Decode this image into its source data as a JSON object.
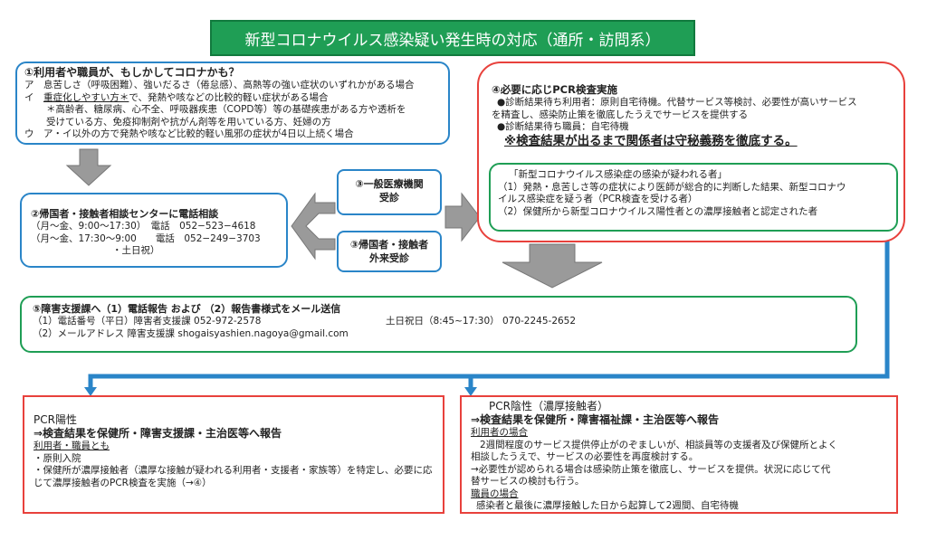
{
  "title": "新型コロナウイルス感染疑い発生時の対応（通所・訪問系）",
  "box1": {
    "heading": "①利用者や職員が、もしかしてコロナかも？",
    "a": "ア　息苦しさ（呼吸困難）、強いだるさ（倦怠感）、高熱等の強い症状のいずれかがある場合",
    "i_label": "イ　",
    "i_underlined": "重症化しやすい方＊",
    "i_rest": "で、発熱や咳などの比較的軽い症状がある場合",
    "note1": "＊高齢者、糖尿病、心不全、呼吸器疾患（COPD等）等の基礎疾患がある方や透析を",
    "note2": "受けている方、免疫抑制剤や抗がん剤等を用いている方、妊婦の方",
    "u": "ウ　ア・イ以外の方で発熱や咳など比較的軽い風邪の症状が4日以上続く場合"
  },
  "box2": {
    "heading": "②帰国者・接触者相談センターに電話相談",
    "line1": "（月～金、9:00～17:30）　電話　052−523−4618",
    "line2": "（月～金、17:30～9:00　　電話　052−249−3703",
    "line3": "・土日祝）"
  },
  "box3a": {
    "line1": "③一般医療機関",
    "line2": "受診"
  },
  "box3b": {
    "line1": "③帰国者・接触者",
    "line2": "外来受診"
  },
  "box4": {
    "heading": "④必要に応じPCR検査実施",
    "b1": "●診断結果待ち利用者：原則自宅待機。代替サービス等検討、必要性が高いサービス",
    "b1b": "を精査し、感染防止策を徹底したうえでサービスを提供する",
    "b2": "●診断結果待ち職員：自宅待機",
    "notice": "※検査結果が出るまで関係者は守秘義務を徹底する。",
    "inner": {
      "title": "「新型コロナウイルス感染症の感染が疑われる者」",
      "l1": "（1）発熱・息苦しさ等の症状により医師が総合的に判断した結果、新型コロナウ",
      "l1b": "イルス感染症を疑う者（PCR検査を受ける者）",
      "l2": "（2）保健所から新型コロナウイルス陽性者との濃厚接触者と認定された者"
    }
  },
  "box5": {
    "heading": "⑤障害支援課へ（1）電話報告 および （2）報告書様式をメール送信",
    "phone": "（1）電話番号（平日）障害者支援課 052-972-2578",
    "phone_holiday": "土日祝日（8:45~17:30） 070-2245-2652",
    "email": "（2）メールアドレス 障害支援課 shogaisyashien.nagoya@gmail.com"
  },
  "positive": {
    "title": "PCR陽性",
    "report": "⇒検査結果を保健所・障害支援課・主治医等へ報告",
    "sub": "利用者・職員とも",
    "l1": "・原則入院",
    "l2": "・保健所が濃厚接触者（濃厚な接触が疑われる利用者・支援者・家族等）を特定し、必要に応",
    "l2b": "じて濃厚接触者のPCR検査を実施（→④）"
  },
  "negative": {
    "title": "PCR陰性（濃厚接触者）",
    "report": "⇒検査結果を保健所・障害福祉課・主治医等へ報告",
    "sub1": "利用者の場合",
    "l1": "2週間程度のサービス提供停止がのぞましいが、相談員等の支援者及び保健所とよく",
    "l1b": "相談したうえで、サービスの必要性を再度検討する。",
    "l2": "→必要性が認められる場合は感染防止策を徹底し、サービスを提供。状況に応じて代",
    "l2b": "替サービスの検討も行う。",
    "sub2": "職員の場合",
    "l3": "感染者と最後に濃厚接触した日から起算して2週間、自宅待機"
  },
  "colors": {
    "green": "#1f9e55",
    "blue": "#2a85c8",
    "red": "#e8413c",
    "arrow_gray": "#9a9a9a"
  }
}
